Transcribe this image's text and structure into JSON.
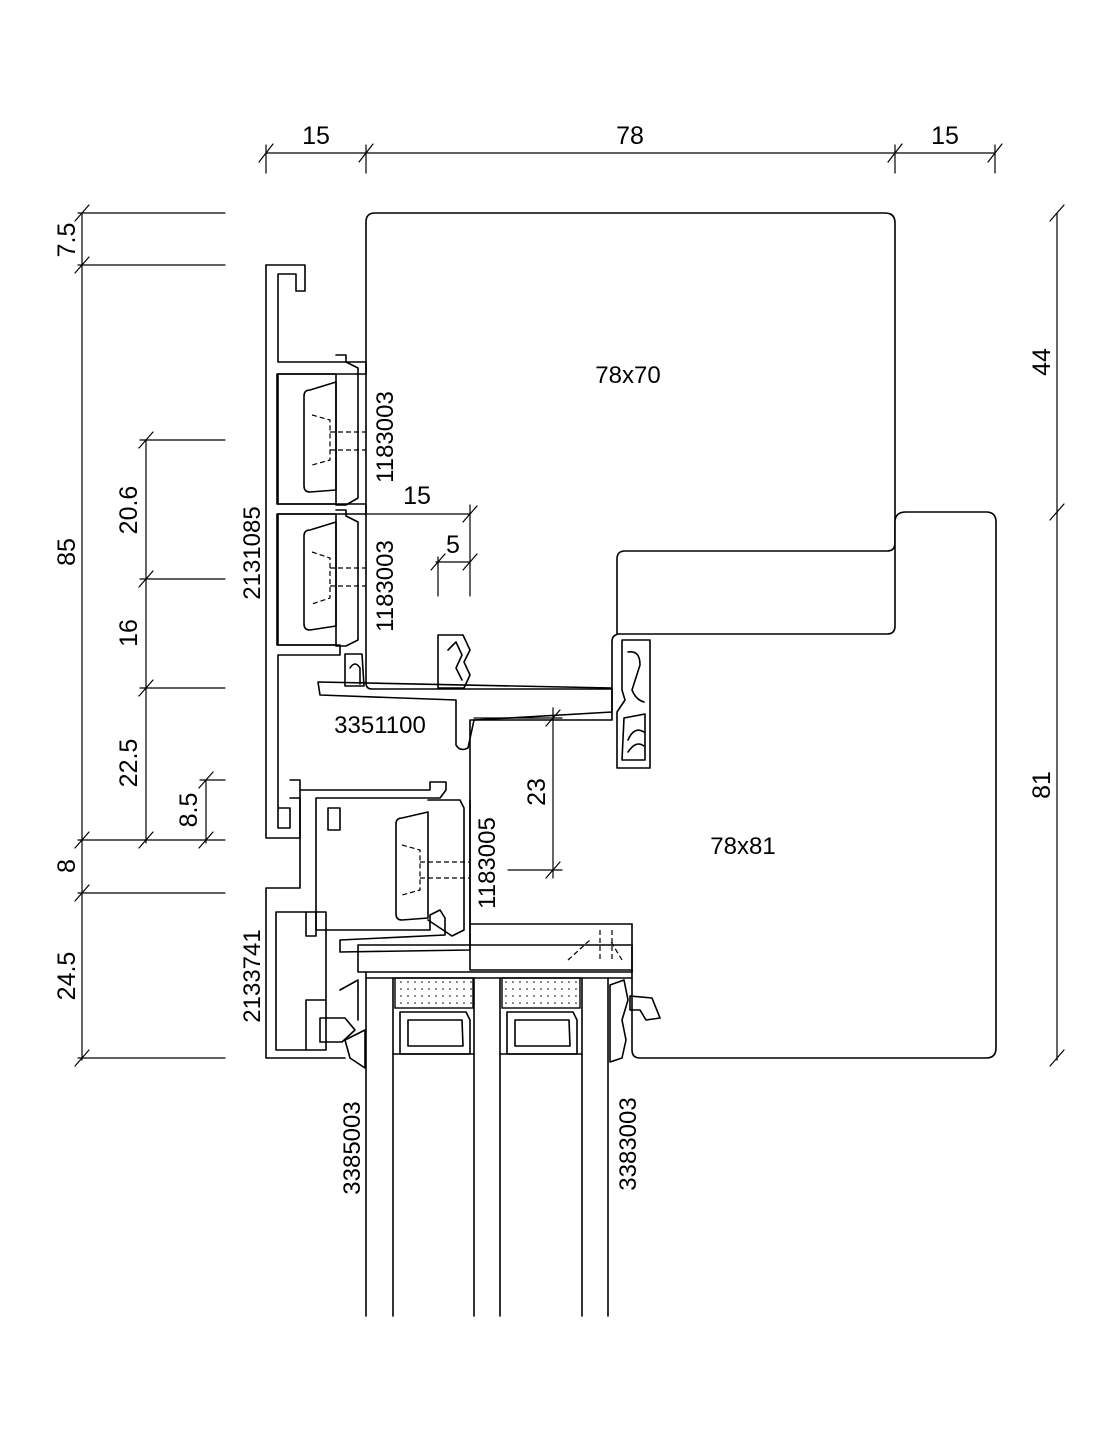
{
  "dimensions": {
    "top_left": "15",
    "top_middle": "78",
    "top_right": "15",
    "left_7_5": "7.5",
    "left_85": "85",
    "left_20_6": "20.6",
    "left_16": "16",
    "left_22_5": "22.5",
    "left_8_5": "8.5",
    "left_8": "8",
    "left_24_5": "24.5",
    "right_44": "44",
    "right_81": "81",
    "inner_15": "15",
    "inner_5": "5",
    "inner_23": "23"
  },
  "sections": {
    "upper": "78x70",
    "lower": "78x81"
  },
  "part_numbers": {
    "profile_2131085": "2131085",
    "gasket_1183003_a": "1183003",
    "gasket_1183003_b": "1183003",
    "profile_3351100": "3351100",
    "gasket_1183005": "1183005",
    "profile_2133741": "2133741",
    "glazing_3385003": "3385003",
    "glazing_3383003": "3383003"
  }
}
